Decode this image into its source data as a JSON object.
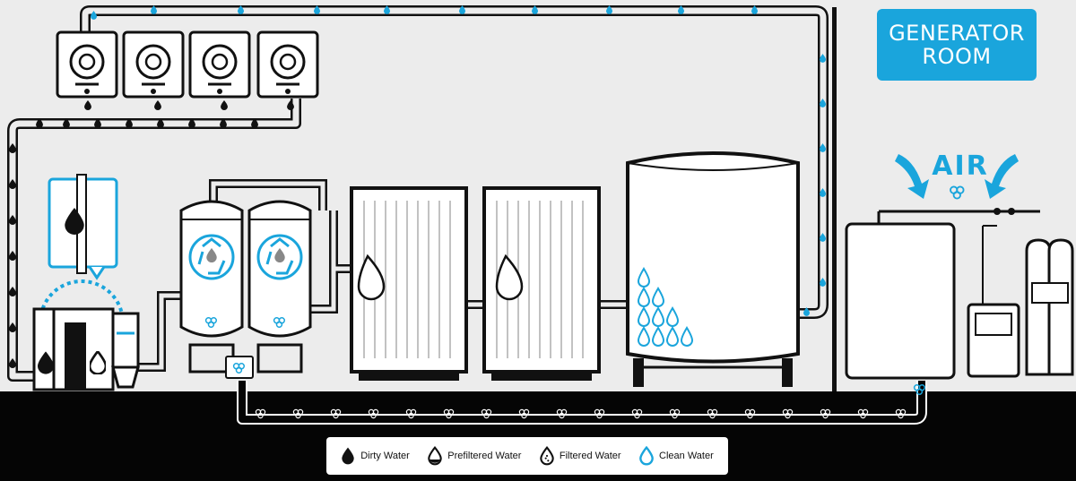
{
  "room_label": {
    "line1": "GENERATOR",
    "line2": "ROOM"
  },
  "air_label": "AIR",
  "ozone_symbol": "O₃",
  "legend": {
    "dirty": "Dirty Water",
    "prefiltered": "Prefiltered Water",
    "filtered": "Filtered Water",
    "clean": "Clean Water"
  },
  "colors": {
    "accent": "#1aa5dc",
    "ink": "#111111",
    "background": "#ececec",
    "ground": "#050505"
  },
  "icons": [
    "cooling-unit-icon",
    "recycle-icon",
    "ozone-icon",
    "water-drop-icon",
    "air-arrow-icon"
  ]
}
